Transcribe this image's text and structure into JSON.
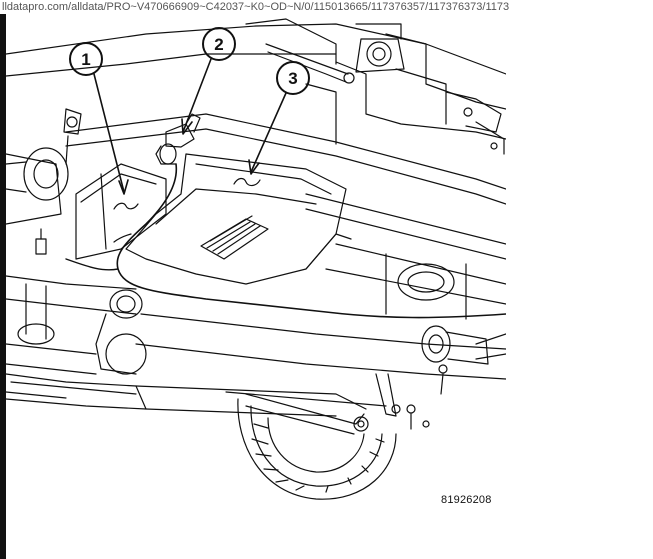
{
  "browser": {
    "url_fragment": "lldatapro.com/alldata/PRO~V470666909~C42037~K0~OD~N/0/115013665/117376357/117376373/1173"
  },
  "diagram": {
    "callouts": [
      {
        "label": "1",
        "target": "heat-shield-bracket"
      },
      {
        "label": "2",
        "target": "oxygen-sensor"
      },
      {
        "label": "3",
        "target": "heat-shield"
      }
    ],
    "figure_id": "81926208"
  },
  "colors": {
    "ink": "#111111",
    "paper": "#ffffff",
    "left_border": "#111111"
  }
}
